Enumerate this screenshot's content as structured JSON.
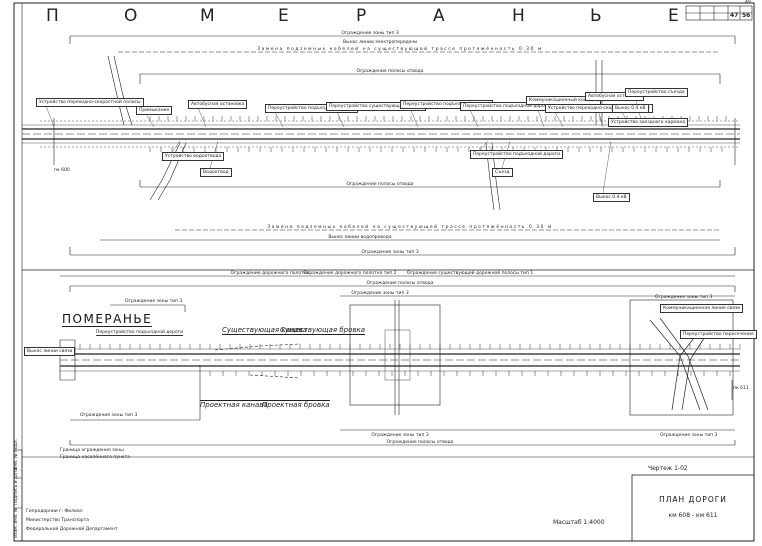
{
  "title": {
    "letters": [
      "П",
      "О",
      "М",
      "Е",
      "Р",
      "А",
      "Н",
      "Ь",
      "Е"
    ]
  },
  "stamp_top": {
    "sheet_no": "47",
    "sheets_total": "56",
    "page_corner": "49"
  },
  "upper_plan": {
    "top_lines": [
      "Ограждение зоны тип 3",
      "Вынос линии электропередачи",
      "Замена подземных кабелей на существующей трассе протяжённость 0.30 м"
    ],
    "mid_top_line": "Ограждение полосы отвода",
    "bottom_lines": [
      "Ограждение полосы отвода",
      "Замена подземных кабелей на существующей трассе протяжённость 0.30 м",
      "Вынос линии водопровода",
      "Ограждение зоны тип 3"
    ],
    "left_pk": "пк 600",
    "callouts": [
      "Устройство переходно-скоростной полосы",
      "Примыкание",
      "Автобусная остановка",
      "Переустройство подъездной дороги",
      "Переустройство существующей дороги",
      "Переустройство подъездной дороги",
      "Переустройство подъездной дороги",
      "Коммуникационный колодец",
      "Устройство переходно-скоростной полосы",
      "Автобусная остановка",
      "Вынос 0.4 кВ",
      "Переустройство съезда",
      "Устройство заездного кармана",
      "Съезд",
      "Переустройство подъездной дороги",
      "Водоотвод",
      "Устройство водоотвода",
      "Вынос 0.4 кВ"
    ]
  },
  "separator": {
    "line_a": "Ограждение дорожного полотна",
    "line_b": "Ограждение дорожного полотна тип 2",
    "line_c": "Ограждение существующей дорожной полосы тип 1"
  },
  "lower_plan": {
    "town_name": "ПОМЕРАНЬЕ",
    "town_note": "Переустройство подъездной дороги",
    "top_lines": [
      "Ограждение зоны тип 3",
      "Ограждение полосы отвода",
      "Ограждение зоны тип 3",
      "Ограждение зоны тип 3"
    ],
    "bottom_lines": [
      "Ограждение зоны тип 3",
      "Ограждение полосы отвода",
      "Ограждение зоны тип 3",
      "Граница ограждения зоны",
      "Ограждение зоны тип 3"
    ],
    "existing_ditch": "Существующая канава",
    "existing_edge": "Существующая бровка",
    "design_ditch": "Проектная канава",
    "design_edge": "Проектная бровка",
    "right_notes": [
      "Ограждение зоны тип 3",
      "Коммуникационная линия связи",
      "Переустройство пересечения"
    ],
    "left_note": "Вынос линии связи",
    "right_pk": "пк 611",
    "left_extra": "Граница населённого пункта"
  },
  "footer": {
    "chertezh": "Чертеж  1-02",
    "scale": "Масштаб  1:4000",
    "plan_title": "ПЛАН ДОРОГИ",
    "plan_range": "км 608 - км 611",
    "org_lines": [
      "Гипродорнии г. Филиал",
      "Министерство Транспорта",
      "Федеральной Дорожной Департамент"
    ],
    "side_stamp": [
      "Инв. № подл.",
      "Подпись и дата",
      "Взам. инв. №"
    ]
  }
}
